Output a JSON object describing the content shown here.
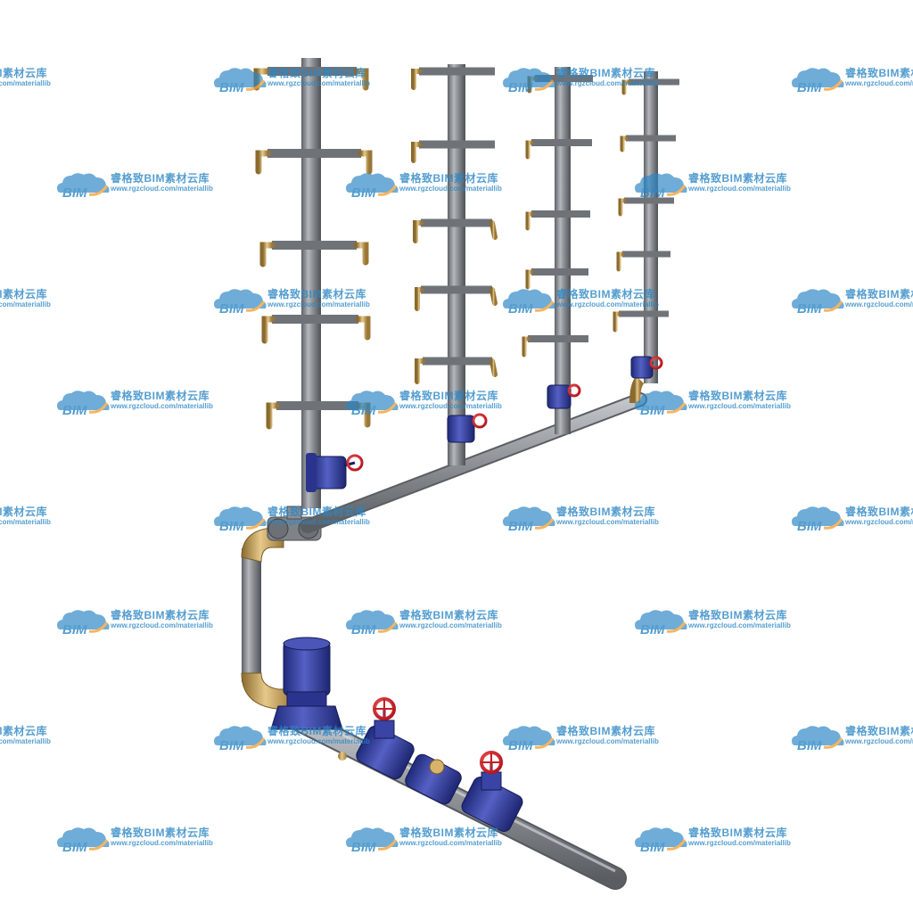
{
  "watermark": {
    "logo_text": "BIM",
    "title": "睿格致BIM素材云库",
    "url": "www.rgzcloud.com/materiallib",
    "logo_color": "#2b86c5",
    "accent_color": "#f2a33a"
  },
  "scene": {
    "subject": "pump",
    "risers": 4,
    "taps_per_riser": [
      5,
      5,
      5,
      5
    ],
    "pipe_color": "#8a8d92",
    "valve_color": "#3b3f9a",
    "handwheel_color": "#d9232d",
    "brass_color": "#c9a15a",
    "pump_color": "#2f3d9e"
  }
}
